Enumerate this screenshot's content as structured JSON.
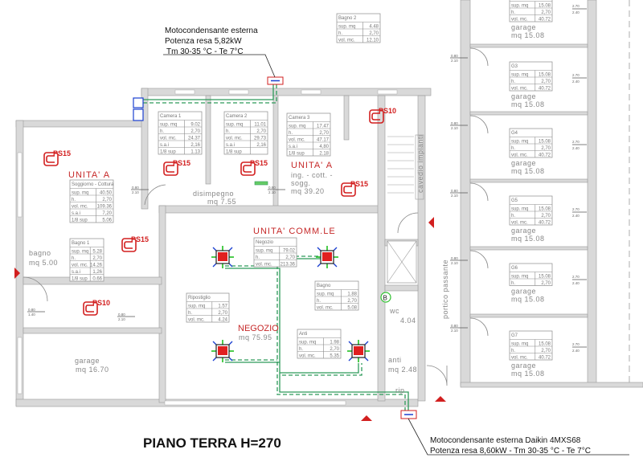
{
  "title": "PIANO TERRA H=270",
  "callouts": {
    "top": [
      "Motocondensante esterna",
      "Potenza resa 5,82kW",
      "Tm 30-35 °C - Te 7°C"
    ],
    "bottom": [
      "Motocondensante esterna Daikin 4MXS68",
      "Potenza resa 8,60kW - Tm 30-35 °C - Te 7°C"
    ]
  },
  "labels": {
    "unita_a": "UNITA' A",
    "unita_a_2": "UNITA' A",
    "ing_cott": "ing. - cott. -",
    "sogg": "sogg.",
    "mq_3920": "mq 39.20",
    "disimpegno": "disimpegno",
    "mq_755": "mq 7.55",
    "unita_comm": "UNITA' COMM.LE",
    "negozio": "NEGOZIO",
    "mq_7595": "mq 75.95",
    "bagno": "bagno",
    "mq_500": "mq 5.00",
    "garage": "garage",
    "mq_1670": "mq 16.70",
    "anti": "anti",
    "mq_248": "mq 2.48",
    "wc": "wc",
    "mq_404": "4.04",
    "rip": "rip",
    "portico": "portico passante",
    "cavedio": "cavedio impianti",
    "b_marker": "B",
    "garage_label": "garage",
    "garage_mq": "mq 15.08"
  },
  "heaters": [
    "PS15",
    "PS15",
    "PS15",
    "PS15",
    "PS15",
    "PS10",
    "PS10"
  ],
  "door_heights": [
    "0.80",
    "2.10",
    "2.70",
    "2.40",
    "1.40"
  ],
  "room_tables": [
    {
      "title": "Camera 1",
      "rows": [
        [
          "sup. mq",
          "9.02"
        ],
        [
          "h.",
          "2,70"
        ],
        [
          "vol. mc.",
          "24.37"
        ],
        [
          "s.a.i",
          "2,16"
        ],
        [
          "1/8 sup",
          "1.13"
        ]
      ]
    },
    {
      "title": "Camera 2",
      "rows": [
        [
          "sup. mq",
          "11.01"
        ],
        [
          "h.",
          "2,70"
        ],
        [
          "vol. mc.",
          "29.73"
        ],
        [
          "s.a.i",
          "2,16"
        ],
        [
          "1/8 sup",
          ""
        ]
      ]
    },
    {
      "title": "Camera 3",
      "rows": [
        [
          "sup. mq",
          "17.47"
        ],
        [
          "h.",
          "2,70"
        ],
        [
          "vol. mc.",
          "47.17"
        ],
        [
          "s.a.i",
          "4,80"
        ],
        [
          "1/8 sup",
          "2.18"
        ]
      ]
    },
    {
      "title": "Bagno 2",
      "rows": [
        [
          "sup. mq",
          "4.48"
        ],
        [
          "h.",
          "2,70"
        ],
        [
          "vol. mc.",
          "12.10"
        ]
      ]
    },
    {
      "title": "Soggiorno - Cottura",
      "rows": [
        [
          "sup. mq",
          "40.50"
        ],
        [
          "h.",
          "2,70"
        ],
        [
          "vol. mc.",
          "109.36"
        ],
        [
          "s.a.i",
          "7,20"
        ],
        [
          "1/8 sup",
          "5.06"
        ]
      ]
    },
    {
      "title": "Bagno 1",
      "rows": [
        [
          "sup. mq",
          "5.28"
        ],
        [
          "h.",
          "2,70"
        ],
        [
          "vol. mc.",
          "14.26"
        ],
        [
          "s.a.i",
          "1,26"
        ],
        [
          "1/8 sup",
          "0.66"
        ]
      ]
    },
    {
      "title": "Negozio",
      "rows": [
        [
          "sup. mq",
          "79.02"
        ],
        [
          "h.",
          "2,70"
        ],
        [
          "vol. mc.",
          "213.36"
        ]
      ]
    },
    {
      "title": "Ripostiglio",
      "rows": [
        [
          "sup. mq",
          "1.57"
        ],
        [
          "h.",
          "2,70"
        ],
        [
          "vol. mc.",
          "4.24"
        ]
      ]
    },
    {
      "title": "Bagno",
      "rows": [
        [
          "sup. mq",
          "1.88"
        ],
        [
          "h.",
          "2,70"
        ],
        [
          "vol. mc.",
          "5.08"
        ]
      ]
    },
    {
      "title": "Anti",
      "rows": [
        [
          "sup. mq",
          "1.98"
        ],
        [
          "h.",
          "2,70"
        ],
        [
          "vol. mc.",
          "5.35"
        ]
      ]
    },
    {
      "title": "G2",
      "rows": [
        [
          "sup. mq",
          "15.08"
        ],
        [
          "h.",
          "2,70"
        ],
        [
          "vol. mc.",
          "40.72"
        ]
      ]
    },
    {
      "title": "G3",
      "rows": [
        [
          "sup. mq",
          "15.08"
        ],
        [
          "h.",
          "2,70"
        ],
        [
          "vol. mc.",
          "40.72"
        ]
      ]
    },
    {
      "title": "G4",
      "rows": [
        [
          "sup. mq",
          "15.08"
        ],
        [
          "h.",
          "2,70"
        ],
        [
          "vol. mc.",
          "40.72"
        ]
      ]
    },
    {
      "title": "G5",
      "rows": [
        [
          "sup. mq",
          "15.08"
        ],
        [
          "h.",
          "2,70"
        ],
        [
          "vol. mc.",
          "40.72"
        ]
      ]
    },
    {
      "title": "G6",
      "rows": [
        [
          "sup. mq",
          "15.08"
        ],
        [
          "h.",
          "2,70"
        ]
      ]
    },
    {
      "title": "G7",
      "rows": [
        [
          "sup. mq",
          "15.08"
        ],
        [
          "h.",
          "2,70"
        ],
        [
          "vol. mc.",
          "40.72"
        ]
      ]
    }
  ],
  "colors": {
    "heater": "#d21f1f",
    "pipe": "#2e9a5a",
    "unit": "#1a3fd0",
    "wall": "#d9d9d9"
  }
}
